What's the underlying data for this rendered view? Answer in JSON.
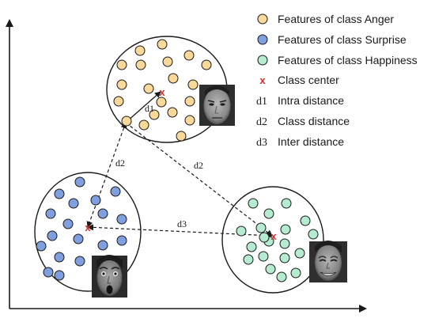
{
  "legend": {
    "anger": "Features of class Anger",
    "surprise": "Features of class Surprise",
    "happiness": "Features of class Happiness",
    "center_marker": "x",
    "center": "Class center",
    "d1_key": "d1",
    "d1_desc": "Intra distance",
    "d2_key": "d2",
    "d2_desc": "Class distance",
    "d3_key": "d3",
    "d3_desc": "Inter distance"
  },
  "labels": {
    "d1": "d1",
    "d2_left": "d2",
    "d2_right": "d2",
    "d3": "d3"
  },
  "colors": {
    "anger": "#f9d99a",
    "surprise": "#7f9fde",
    "happiness": "#b5ecd0",
    "center": "#d9302a",
    "stroke": "#1a1a1a"
  },
  "faces": {
    "anger": "face-photo-anger",
    "surprise": "face-photo-surprise",
    "happiness": "face-photo-happiness"
  }
}
